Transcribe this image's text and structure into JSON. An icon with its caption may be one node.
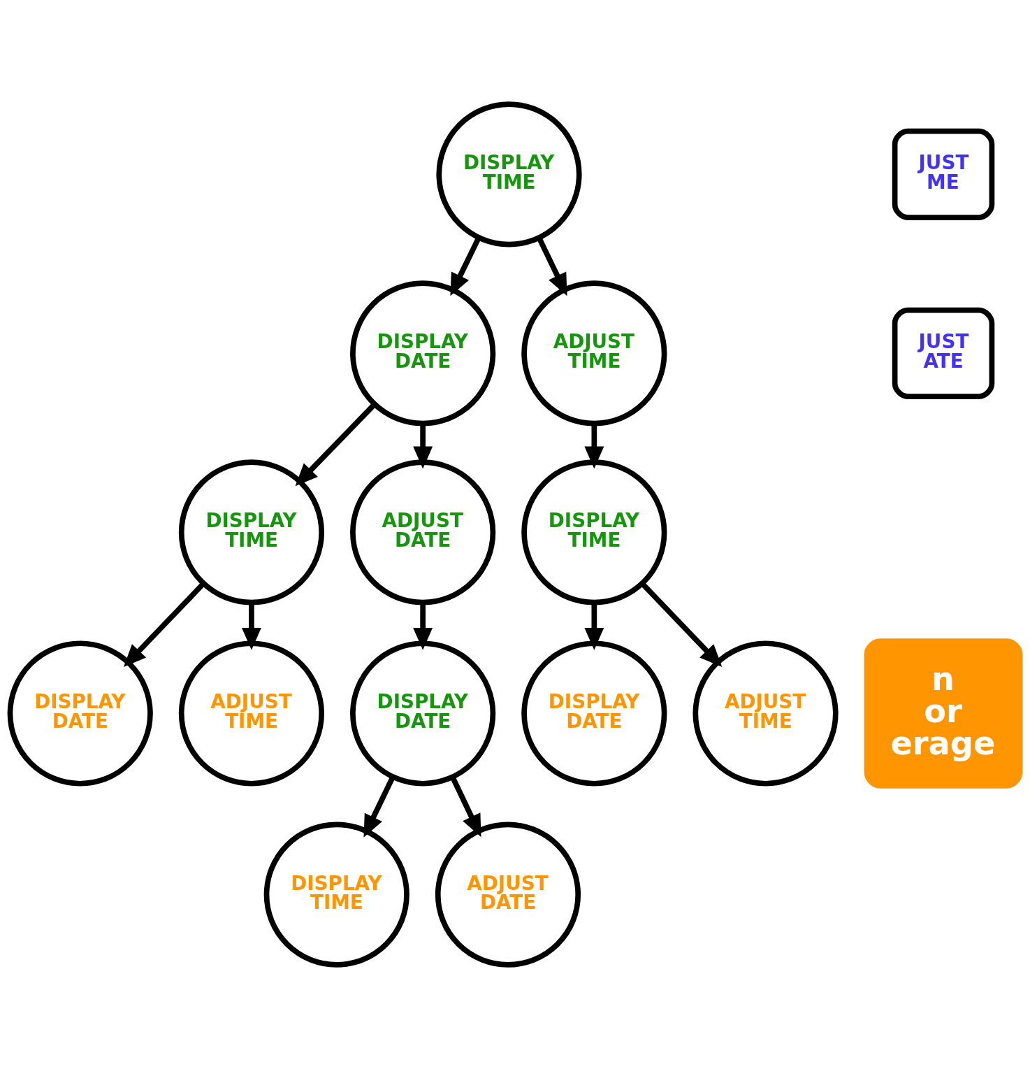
{
  "diagram": {
    "nodes": [
      {
        "text": [
          "DISPLAY TIME"
        ]
      },
      {
        "text": [
          "DISPLAY DATE"
        ]
      },
      {
        "text": [
          "ADJUST TIME"
        ]
      },
      {
        "text": [
          "DISPLAY TIME"
        ]
      },
      {
        "text": [
          "ADJUST DATE"
        ]
      },
      {
        "text": [
          "DISPLAY TIME"
        ]
      },
      {
        "text": [
          "DISPLAY DATE"
        ]
      },
      {
        "text": [
          "ADJUST TIME"
        ]
      },
      {
        "text": [
          "DISPLAY DATE"
        ]
      },
      {
        "text": [
          "DISPLAY DATE"
        ]
      },
      {
        "text": [
          "ADJUST TIME"
        ]
      },
      {
        "text": [
          "DISPLAY TIME"
        ]
      },
      {
        "text": [
          "ADJUST DATE"
        ]
      },
      {
        "text": [
          "JUST ME"
        ]
      },
      {
        "text": [
          "JUST ATE"
        ]
      },
      {
        "text": [
          "n or erage"
        ]
      }
    ],
    "edges": [
      {
        "from": 0,
        "to": 1,
        "arrow": "to"
      },
      {
        "from": 0,
        "to": 2,
        "arrow": "to"
      },
      {
        "from": 1,
        "to": 3,
        "arrow": "to"
      },
      {
        "from": 1,
        "to": 4,
        "arrow": "to"
      },
      {
        "from": 2,
        "to": 5,
        "arrow": "to"
      },
      {
        "from": 3,
        "to": 6,
        "arrow": "to"
      },
      {
        "from": 3,
        "to": 7,
        "arrow": "to"
      },
      {
        "from": 4,
        "to": 8,
        "arrow": "to"
      },
      {
        "from": 5,
        "to": 9,
        "arrow": "to"
      },
      {
        "from": 5,
        "to": 10,
        "arrow": "to"
      },
      {
        "from": 8,
        "to": 11,
        "arrow": "to"
      },
      {
        "from": 8,
        "to": 12,
        "arrow": "to"
      }
    ]
  }
}
